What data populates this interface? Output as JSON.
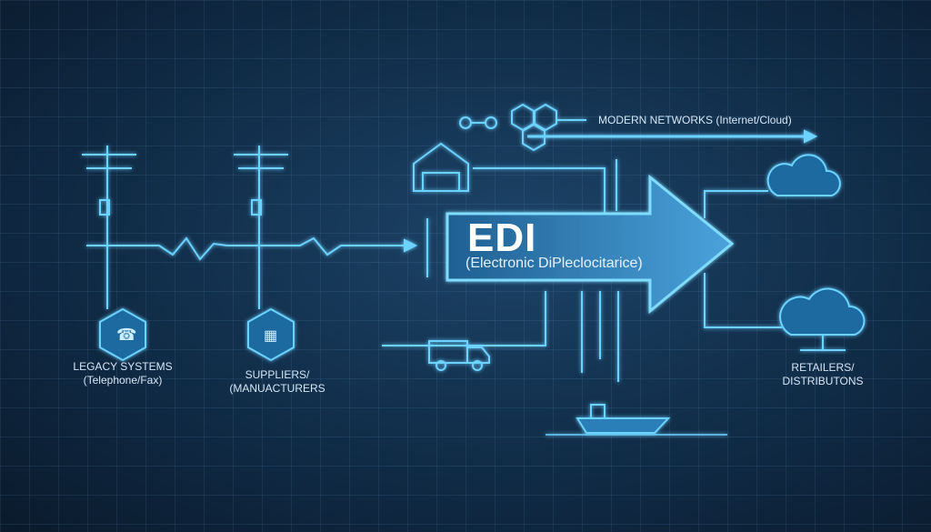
{
  "center": {
    "title": "EDI",
    "subtitle": "(Electronic DiPleclocitarice)"
  },
  "labels": {
    "legacy": {
      "line1": "LEGACY SYSTEMS",
      "line2": "(Telephone/Fax)"
    },
    "suppliers": {
      "line1": "SUPPLIERS/",
      "line2": "(MANUACTURERS"
    },
    "modern": "MODERN NETWORKS (Internet/Cloud)",
    "retailers": {
      "line1": "RETAILERS/",
      "line2": "DISTRIBUTONS"
    }
  },
  "colors": {
    "accent": "#5fd0ff",
    "arrow": "#3a8fc8",
    "background": "#12304d"
  }
}
